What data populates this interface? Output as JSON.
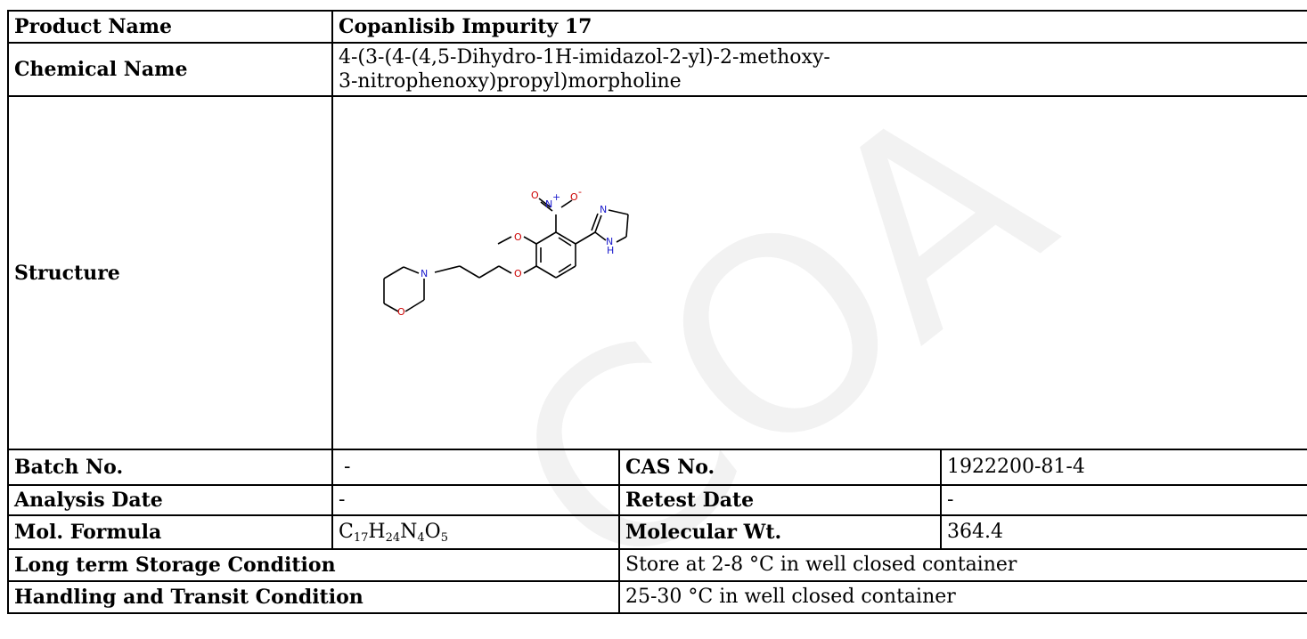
{
  "product_name": {
    "label": "Product Name",
    "value": "Copanlisib Impurity 17"
  },
  "chemical_name": {
    "label": "Chemical Name",
    "value": "4-(3-(4-(4,5-Dihydro-1H-imidazol-2-yl)-2-methoxy-3-nitrophenoxy)propyl)morpholine"
  },
  "structure": {
    "label": "Structure",
    "atoms": {
      "o_nitro_left": "O",
      "n_nitro": "N",
      "nitro_charge": "+",
      "o_nitro_right": "O",
      "o_nitro_right_charge": "-",
      "n_imidazoline": "N",
      "nh": "N",
      "nh_h": "H",
      "o_methoxy": "O",
      "o_ether": "O",
      "n_morpholine": "N",
      "o_morpholine": "O"
    }
  },
  "batch_no": {
    "label": "Batch No.",
    "value": "-"
  },
  "cas_no": {
    "label": "CAS No.",
    "value": "1922200-81-4"
  },
  "analysis_date": {
    "label": "Analysis Date",
    "value": "-"
  },
  "retest_date": {
    "label": "Retest Date",
    "value": "-"
  },
  "mol_formula": {
    "label": "Mol. Formula",
    "parts": [
      {
        "el": "C",
        "n": "17"
      },
      {
        "el": "H",
        "n": "24"
      },
      {
        "el": "N",
        "n": "4"
      },
      {
        "el": "O",
        "n": "5"
      }
    ]
  },
  "molecular_wt": {
    "label": "Molecular Wt.",
    "value": "364.4"
  },
  "long_term_storage": {
    "label": "Long term Storage Condition",
    "value": "Store at 2-8 °C in well closed container"
  },
  "handling_transit": {
    "label": "Handling and Transit Condition",
    "value": "25-30 °C in well closed container"
  },
  "watermark": {
    "text": "COA",
    "color": "#f2f2f2"
  },
  "colors": {
    "nitrogen": "#1a1acc",
    "oxygen": "#cc0000",
    "border": "#000000"
  }
}
